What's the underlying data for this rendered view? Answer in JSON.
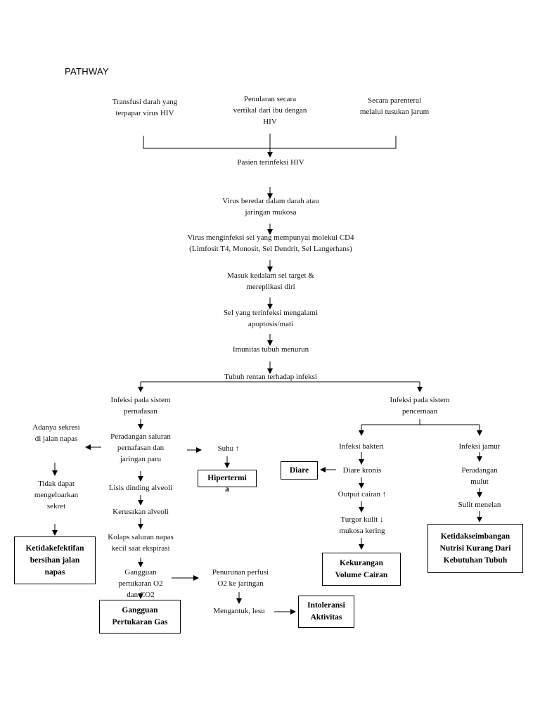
{
  "title": "PATHWAY",
  "nodes": {
    "src_transfusi": "Transfusi darah yang\nterpapar virus HIV",
    "src_vertikal": "Penularan secara\nvertikal dari ibu dengan\nHIV",
    "src_parenteral": "Secara parenteral\nmelalui tusukan jarum",
    "pasien": "Pasien terinfeksi HIV",
    "virus_beredar": "Virus beredar dalam darah atau\njaringan mukosa",
    "virus_menginfeksi": "Virus menginfeksi  sel yang mempunyai molekul CD4\n(Limfosit T4, Monosit, Sel Dendrit, Sel Langerhans)",
    "masuk": "Masuk kedalam sel target &\nmereplikasi diri",
    "apoptosis": "Sel yang terinfeksi mengalami\napoptosis/mati",
    "imunitas": "Imunitas tubuh menurun",
    "rentan": "Tubuh rentan terhadap infeksi",
    "infeksi_pernafasan": "Infeksi pada sistem\npernafasan",
    "infeksi_pencernaan": "Infeksi pada sistem\npencernaan",
    "sekresi": "Adanya sekresi\ndi jalan napas",
    "tidak_dapat": "Tidak dapat\nmengeluarkan\nsekret",
    "peradangan_saluran": "Peradangan saluran\npernafasan dan\njaringan paru",
    "suhu": "Suhu ↑",
    "lisis": "Lisis dinding alveoli",
    "kerusakan": "Kerusakan alveoli",
    "kolaps": "Kolaps saluran napas\nkecil saat ekspirasi",
    "gangguan_pertukaran": "Gangguan\npertukaran O2\ndan CO2",
    "penurunan_perfusi": "Penurunan perfusi\nO2 ke jaringan",
    "mengantuk": "Mengantuk, lesu",
    "infeksi_bakteri": "Infeksi bakteri",
    "diare_kronis": "Diare kronis",
    "output_cairan": "Output cairan ↑",
    "turgor": "Turgor kulit ↓\nmukosa kering",
    "infeksi_jamur": "Infeksi jamur",
    "peradangan_mulut": "Peradangan\nmulut",
    "sulit_menelan": "Sulit menelan"
  },
  "diagnoses": {
    "ketidakefektifan": "Ketidakefektifan\nbersihan jalan\nnapas",
    "hipertermia": "Hipertermi\na",
    "gangguan_gas": "Gangguan\nPertukaran Gas",
    "intoleransi": "Intoleransi\nAktivitas",
    "diare": "Diare",
    "kekurangan": "Kekurangan\nVolume Cairan",
    "ketidakseimbangan": "Ketidakseimbangan\nNutrisi Kurang Dari\nKebutuhan Tubuh"
  }
}
